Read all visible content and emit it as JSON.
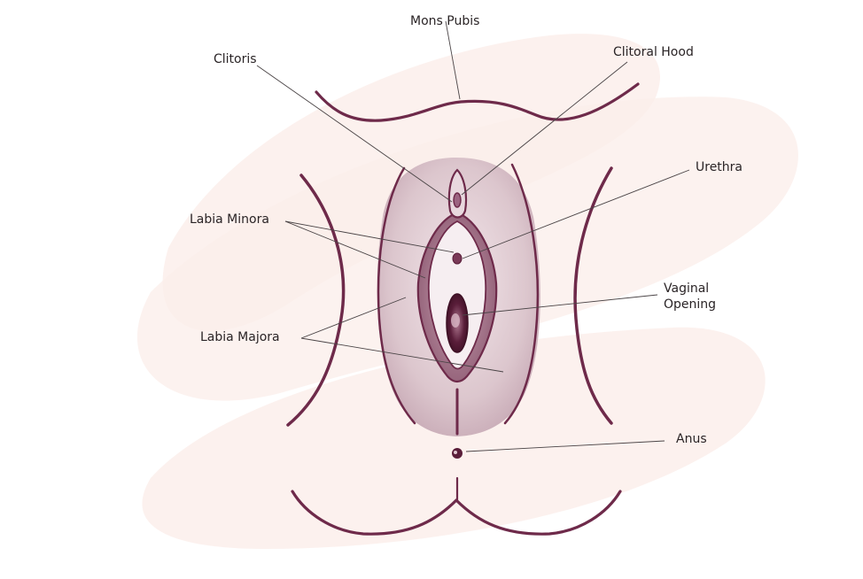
{
  "labels": {
    "mons_pubis": "Mons Pubis",
    "clitoris": "Clitoris",
    "clitoral_hood": "Clitoral Hood",
    "urethra": "Urethra",
    "labia_minora": "Labia Minora",
    "vaginal_opening_line1": "Vaginal",
    "vaginal_opening_line2": "Opening",
    "labia_majora": "Labia Majora",
    "anus": "Anus"
  },
  "colors": {
    "outline": "#6e2a4a",
    "skin_wash": "#fbeeea",
    "labia_fill": "#dcc6cd",
    "inner_fill": "#b78a9c",
    "label_text": "#2a2426"
  }
}
